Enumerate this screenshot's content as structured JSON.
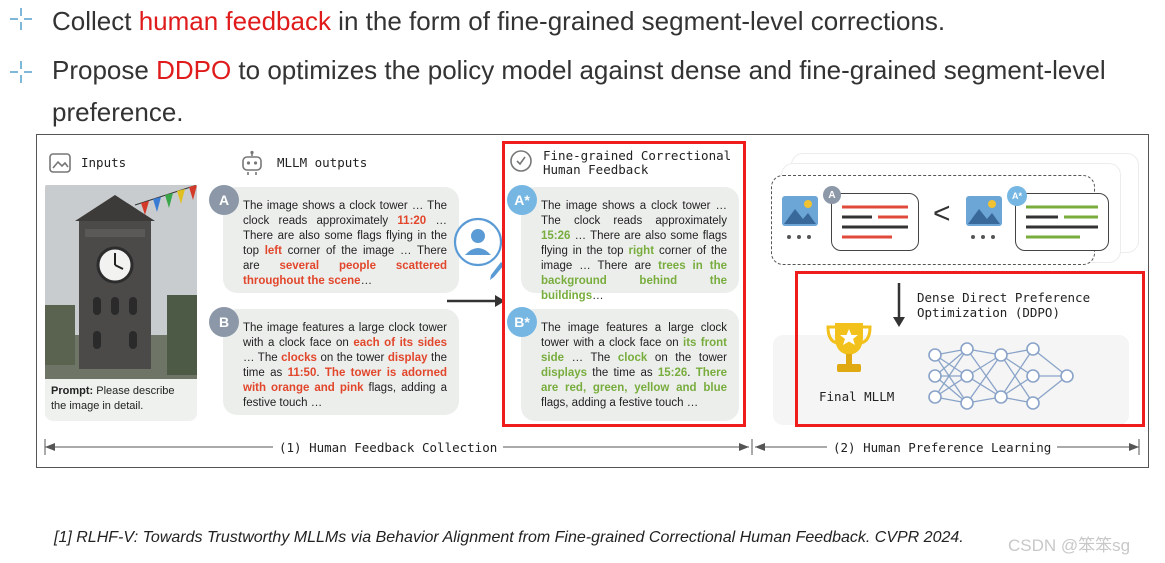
{
  "bullets": [
    {
      "before": "Collect ",
      "highlight": "human feedback",
      "after": " in the form of fine-grained segment-level corrections."
    },
    {
      "before": "Propose ",
      "highlight": "DDPO",
      "after": " to optimizes the policy model against dense and fine-grained segment-level preference."
    }
  ],
  "figure": {
    "inputs_label": "Inputs",
    "outputs_label": "MLLM outputs",
    "feedback_label_line1": "Fine-grained Correctional",
    "feedback_label_line2": "Human Feedback",
    "prompt_label": "Prompt:",
    "prompt_text": " Please describe the image in detail.",
    "card_a": {
      "badge": "A",
      "segments": [
        {
          "t": "The image shows a clock tower … The clock reads approximately ",
          "c": ""
        },
        {
          "t": "11:20",
          "c": "red"
        },
        {
          "t": " … There are also some flags flying in the top ",
          "c": ""
        },
        {
          "t": "left",
          "c": "red"
        },
        {
          "t": " corner of the image … There are ",
          "c": ""
        },
        {
          "t": "several people scattered throughout the scene",
          "c": "red"
        },
        {
          "t": "…",
          "c": ""
        }
      ]
    },
    "card_b": {
      "badge": "B",
      "segments": [
        {
          "t": "The image features a large clock tower with a clock face on ",
          "c": ""
        },
        {
          "t": "each of its sides",
          "c": "red"
        },
        {
          "t": " … The ",
          "c": ""
        },
        {
          "t": "clocks",
          "c": "red"
        },
        {
          "t": " on the tower ",
          "c": ""
        },
        {
          "t": "display",
          "c": "red"
        },
        {
          "t": " the time as ",
          "c": ""
        },
        {
          "t": "11:50",
          "c": "red"
        },
        {
          "t": ". ",
          "c": ""
        },
        {
          "t": "The tower is adorned with orange and pink",
          "c": "red"
        },
        {
          "t": " flags, adding a festive touch …",
          "c": ""
        }
      ]
    },
    "card_a_star": {
      "badge": "A*",
      "segments": [
        {
          "t": "The image shows a clock tower … The clock reads approximately ",
          "c": ""
        },
        {
          "t": "15:26",
          "c": "grn"
        },
        {
          "t": " … There are also some flags flying in the top ",
          "c": ""
        },
        {
          "t": "right",
          "c": "grn"
        },
        {
          "t": " corner of the image … There are ",
          "c": ""
        },
        {
          "t": "trees in the background behind the buildings",
          "c": "grn"
        },
        {
          "t": "…",
          "c": ""
        }
      ]
    },
    "card_b_star": {
      "badge": "B*",
      "segments": [
        {
          "t": "The image features a large clock tower with a clock face on ",
          "c": ""
        },
        {
          "t": "its front side",
          "c": "grn"
        },
        {
          "t": " … The ",
          "c": ""
        },
        {
          "t": "clock",
          "c": "grn"
        },
        {
          "t": " on the tower ",
          "c": ""
        },
        {
          "t": "displays",
          "c": "grn"
        },
        {
          "t": " the time as ",
          "c": ""
        },
        {
          "t": "15:26",
          "c": "grn"
        },
        {
          "t": ". ",
          "c": ""
        },
        {
          "t": "There are red, green, yellow and blue",
          "c": "grn"
        },
        {
          "t": " flags, adding a festive touch …",
          "c": ""
        }
      ]
    },
    "compare_badge_a": "A",
    "compare_badge_astar": "A*",
    "less_than": "<",
    "ddpo_line1": "Dense Direct Preference",
    "ddpo_line2": "Optimization (DDPO)",
    "final_label": "Final MLLM",
    "stage1_label": "(1) Human Feedback Collection",
    "stage2_label": "(2) Human Preference Learning"
  },
  "footnote": "[1] RLHF-V: Towards Trustworthy MLLMs via Behavior Alignment from Fine-grained Correctional Human Feedback. CVPR 2024.",
  "watermark": "CSDN @笨笨sg",
  "colors": {
    "accent_red": "#e01b1b",
    "bad_segment": "#e2462b",
    "good_segment": "#78ad3d",
    "highlight_box": "#ef1c1c",
    "badge_gray": "#8c98a8",
    "badge_blue": "#76b6e2"
  },
  "icons": [
    "bullet-cross-icon",
    "image-icon",
    "robot-icon",
    "feedback-icon",
    "annotator-icon",
    "pencil-icon",
    "arrow-right-icon",
    "arrow-down-icon",
    "trophy-icon",
    "neural-network-icon",
    "picture-thumbnail-icon"
  ]
}
